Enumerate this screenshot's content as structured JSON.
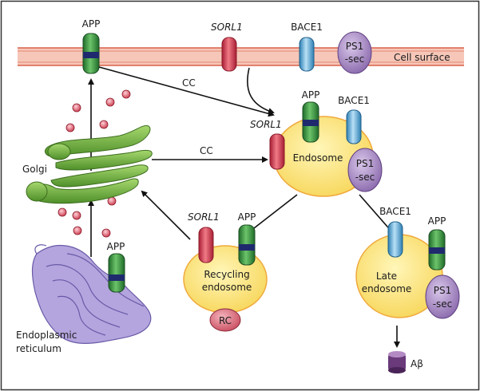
{
  "labels": {
    "cell_surface": "Cell surface",
    "golgi": "Golgi",
    "er_line1": "Endoplasmic",
    "er_line2": "reticulum",
    "endosome": "Endosome",
    "recycling_line1": "Recycling",
    "recycling_line2": "endosome",
    "late_line1": "Late",
    "late_line2": "endosome",
    "rc": "RC",
    "cc_top": "CC",
    "cc_mid": "CC",
    "abeta": "Aβ"
  },
  "proteins": {
    "app": "APP",
    "sorl1": "SORL1",
    "bace1": "BACE1",
    "ps1_line1": "PS1",
    "ps1_line2": "-sec"
  },
  "colors": {
    "membrane": "#f2b8a8",
    "membrane_line": "#d9604a",
    "golgi": "#7fb84a",
    "er": "#a99ad6",
    "vesicle_fill": "#fbe27a",
    "vesicle_edge": "#f0a93c",
    "app": "#2f8a3a",
    "app_band": "#1f2a6e",
    "sorl1": "#d8354a",
    "bace1": "#5aaad6",
    "ps1": "#9b7cb8",
    "rc": "#d96a7a",
    "abeta": "#6a3a7a"
  }
}
